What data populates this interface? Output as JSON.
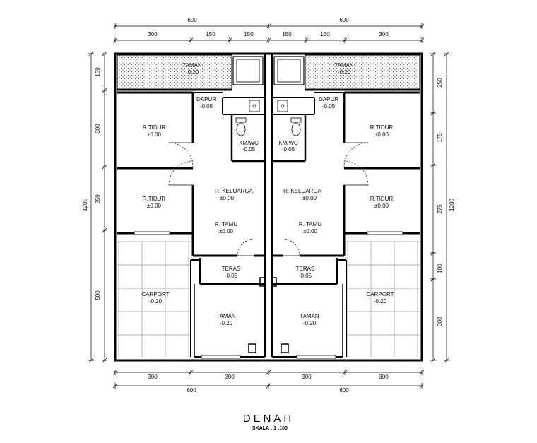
{
  "dimensions": {
    "top_total_left": "600",
    "top_total_right": "600",
    "top_left": [
      "300",
      "150",
      "150"
    ],
    "top_right": [
      "150",
      "150",
      "300"
    ],
    "bottom_left": [
      "300",
      "300"
    ],
    "bottom_right": [
      "300",
      "300"
    ],
    "bottom_total_left": "600",
    "bottom_total_right": "600",
    "left_total": "1200",
    "left_parts": [
      "150",
      "300",
      "250",
      "500"
    ],
    "right_total": "1200",
    "right_parts": [
      "250",
      "175",
      "375",
      "100",
      "300"
    ]
  },
  "rooms": {
    "taman_top": {
      "name": "TAMAN",
      "level": "-0.20"
    },
    "dapur": {
      "name": "DAPUR",
      "level": "-0.05"
    },
    "tidur_1": {
      "name": "R.TIDUR",
      "level": "±0.00"
    },
    "tidur_2": {
      "name": "R.TIDUR",
      "level": "±0.00"
    },
    "kmwc": {
      "name": "KM/WC",
      "level": "-0.05"
    },
    "keluarga": {
      "name": "R. KELUARGA",
      "level": "±0.00"
    },
    "tamu": {
      "name": "R. TAMU",
      "level": "±0.00"
    },
    "teras": {
      "name": "TERAS",
      "level": "-0.05"
    },
    "carport": {
      "name": "CARPORT",
      "level": "-0.20"
    },
    "taman_front": {
      "name": "TAMAN",
      "level": "-0.20"
    }
  },
  "footer": {
    "title": "DENAH",
    "scale": "SKALA  :  1 :100"
  }
}
